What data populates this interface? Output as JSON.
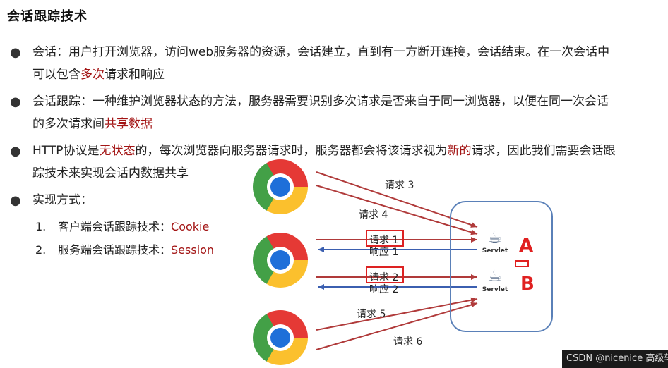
{
  "title": "会话跟踪技术",
  "bullets": [
    {
      "line1_a": "会话：用户打开浏览器，访问web服务器的资源，会话建立，直到有一方断开连接，会话结束。在一次会话中",
      "line2_a": "可以包含",
      "line2_red": "多次",
      "line2_b": "请求和响应"
    },
    {
      "line1_a": "会话跟踪：一种维护浏览器状态的方法，服务器需要识别多次请求是否来自于同一浏览器，以便在同一次会话",
      "line2_a": "的多次请求间",
      "line2_red": "共享数据"
    },
    {
      "line1_a": "HTTP协议是",
      "line1_red1": "无状态",
      "line1_b": "的，每次浏览器向服务器请求时，服务器都会将该请求视为",
      "line1_red2": "新的",
      "line1_c": "请求，因此我们需要会话跟",
      "line2_a": "踪技术来实现会话内数据共享"
    },
    {
      "line1_a": "实现方式："
    }
  ],
  "bullet_symbol": "●",
  "methods": [
    {
      "num": "1.",
      "label": "客户端会话跟踪技术：",
      "tech": "Cookie"
    },
    {
      "num": "2.",
      "label": "服务端会话跟踪技术：",
      "tech": "Session"
    }
  ],
  "diagram": {
    "arrows": [
      "请求 3",
      "请求 4",
      "请求 1",
      "响应 1",
      "请求 2",
      "响应 2",
      "请求 5",
      "请求 6"
    ],
    "servlet_label": "Servlet",
    "servlet_glyph": "☕",
    "letter_a": "A",
    "letter_b": "B"
  },
  "footer": "CSDN @nicenice  高级软件人才",
  "colors": {
    "accent_red": "#a31515",
    "request_red": "#b03a3a",
    "response_blue": "#3b5fb0",
    "box_blue": "#5a80b8"
  }
}
